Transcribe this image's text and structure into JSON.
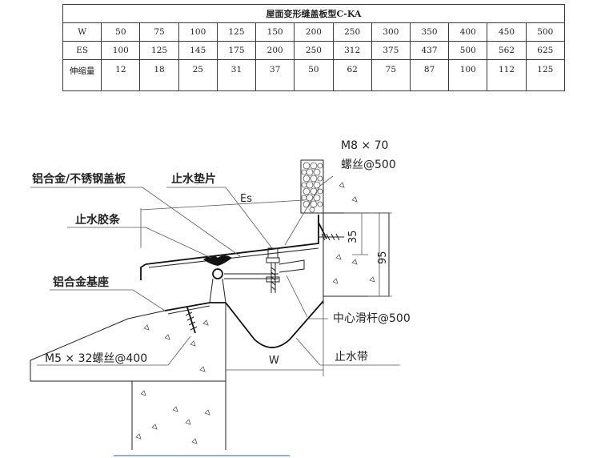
{
  "table": {
    "title": "屋面变形缝盖板型C-KA",
    "rows": [
      {
        "label": "W",
        "values": [
          "50",
          "75",
          "100",
          "125",
          "150",
          "200",
          "250",
          "300",
          "350",
          "400",
          "450",
          "500"
        ]
      },
      {
        "label": "ES",
        "values": [
          "100",
          "125",
          "145",
          "175",
          "200",
          "250",
          "312",
          "375",
          "437",
          "500",
          "562",
          "625"
        ]
      },
      {
        "label": "伸缩量",
        "values": [
          "12",
          "18",
          "25",
          "31",
          "37",
          "50",
          "62",
          "75",
          "87",
          "100",
          "112",
          "125"
        ]
      }
    ]
  },
  "diagram": {
    "labels": {
      "screw_top_line1": "M8 × 70",
      "screw_top_line2": "螺丝@500",
      "cover_plate": "铝合金/不锈钢盖板",
      "gasket": "止水垫片",
      "es": "Es",
      "rubber_strip": "止水胶条",
      "base": "铝合金基座",
      "slide_rod": "中心滑杆@500",
      "waterstop": "止水带",
      "screw_bottom": "M5 × 32螺丝@400",
      "dim_w": "W",
      "dim_35": "35",
      "dim_95": "95"
    },
    "colors": {
      "line": "#222222",
      "hatch": "#444444"
    }
  }
}
